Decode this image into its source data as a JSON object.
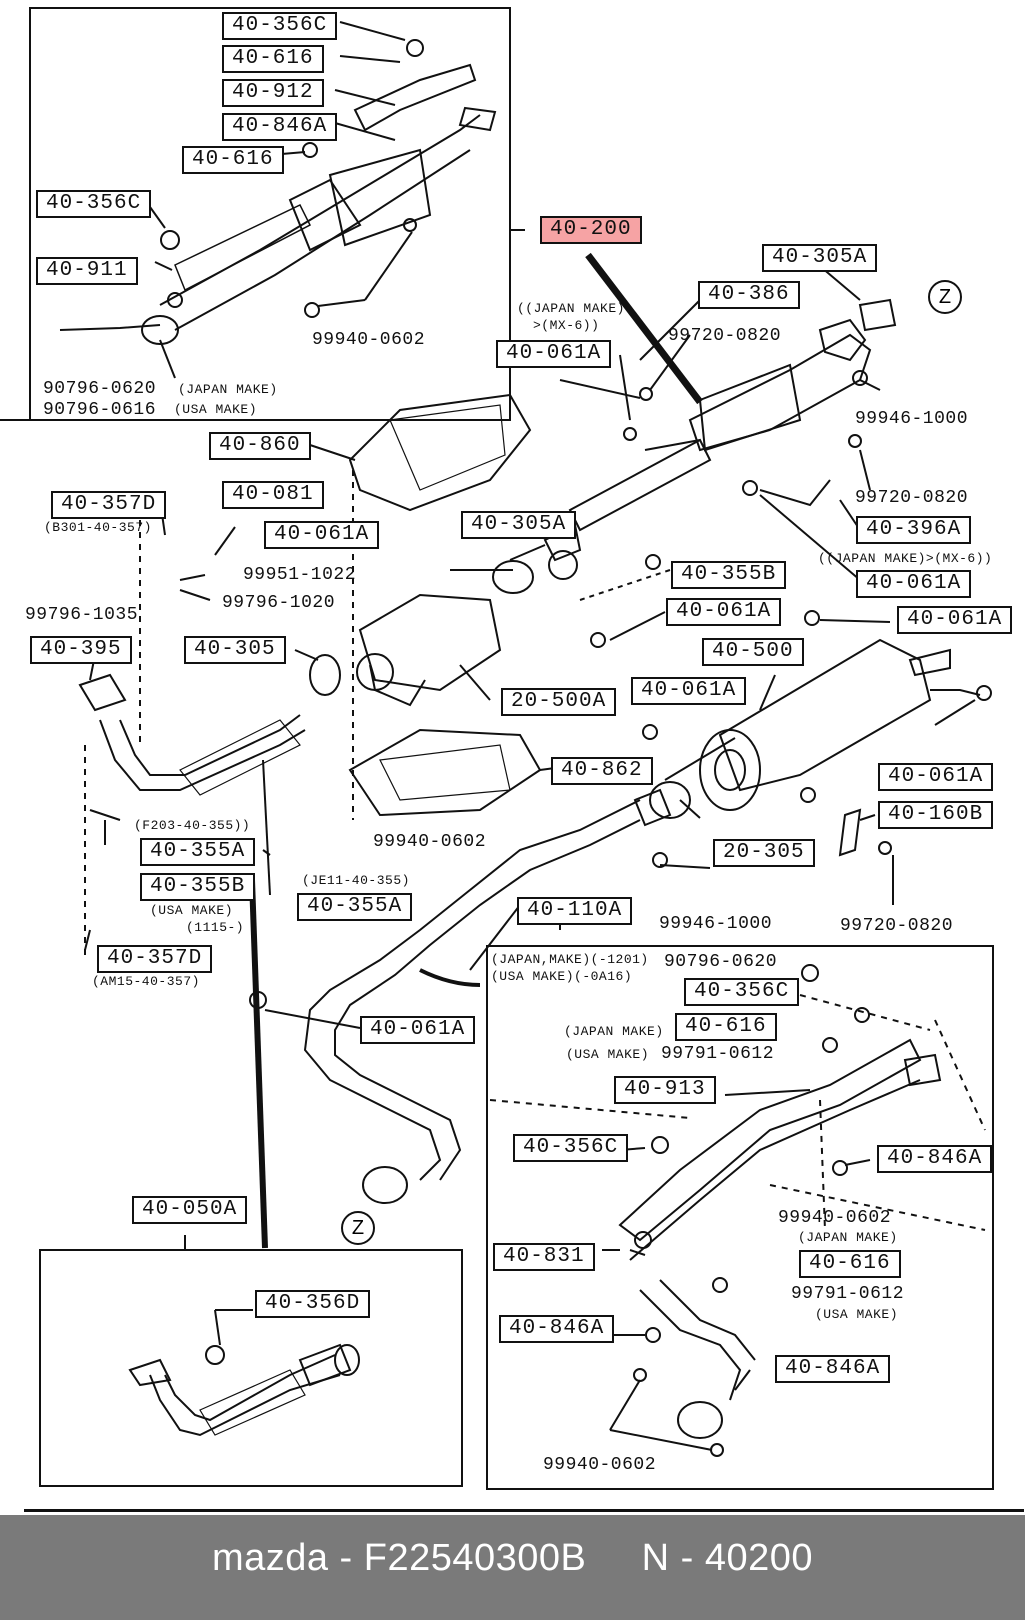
{
  "labels": {
    "l_356c_a": "40-356C",
    "l_616_a": "40-616",
    "l_912": "40-912",
    "l_846a_a": "40-846A",
    "l_616_b": "40-616",
    "l_356c_b": "40-356C",
    "l_911": "40-911",
    "l_200": "40-200",
    "l_305a_a": "40-305A",
    "l_386": "40-386",
    "l_061a_a": "40-061A",
    "l_860": "40-860",
    "l_357d_a": "40-357D",
    "l_081": "40-081",
    "l_061a_b": "40-061A",
    "l_305a_b": "40-305A",
    "l_396a": "40-396A",
    "l_355b_a": "40-355B",
    "l_061a_c": "40-061A",
    "l_061a_d": "40-061A",
    "l_061a_e": "40-061A",
    "l_395": "40-395",
    "l_305": "40-305",
    "l_500a": "20-500A",
    "l_500": "40-500",
    "l_061a_f": "40-061A",
    "l_862": "40-862",
    "l_061a_g": "40-061A",
    "l_160b": "40-160B",
    "l_305b": "20-305",
    "l_355a_a": "40-355A",
    "l_355b_b": "40-355B",
    "l_355a_b": "40-355A",
    "l_110a": "40-110A",
    "l_357d_b": "40-357D",
    "l_061a_h": "40-061A",
    "l_356c_c": "40-356C",
    "l_616_c": "40-616",
    "l_913": "40-913",
    "l_356c_d": "40-356C",
    "l_846a_b": "40-846A",
    "l_050a": "40-050A",
    "l_831": "40-831",
    "l_616_d": "40-616",
    "l_356d": "40-356D",
    "l_846a_c": "40-846A",
    "l_846a_d": "40-846A"
  },
  "texts": {
    "t_0602_a": "99940-0602",
    "t_0620_a": "90796-0620",
    "t_japan_a": "(JAPAN MAKE)",
    "t_0616": "90796-0616",
    "t_usa_a": "(USA MAKE)",
    "t_japan_b": "((JAPAN MAKE)",
    "t_mx6_a": ">(MX-6))",
    "t_0820_a": "99720-0820",
    "t_1000_a": "99946-1000",
    "t_0820_b": "99720-0820",
    "t_b301": "(B301-40-357)",
    "t_1022": "99951-1022",
    "t_1020": "99796-1020",
    "t_1035": "99796-1035",
    "t_japan_mx6": "((JAPAN MAKE)>(MX-6))",
    "t_f203": "(F203-40-355))",
    "t_0602_b": "99940-0602",
    "t_je11": "(JE11-40-355)",
    "t_usa_b": "(USA MAKE)",
    "t_1115": "(1115-)",
    "t_1000_b": "99946-1000",
    "t_0820_c": "99720-0820",
    "t_am15": "(AM15-40-357)",
    "t_japan_1201": "(JAPAN,MAKE)(-1201)",
    "t_usa_0a16": "(USA MAKE)(-0A16)",
    "t_0620_b": "90796-0620",
    "t_japan_c": "(JAPAN MAKE)",
    "t_usa_c": "(USA MAKE)",
    "t_0612_a": "99791-0612",
    "t_0602_c": "99940-0602",
    "t_japan_d": "(JAPAN MAKE)",
    "t_0612_b": "99791-0612",
    "t_usa_d": "(USA MAKE)",
    "t_0602_d": "99940-0602"
  },
  "z_marks": {
    "z1": "Z",
    "z2": "Z"
  },
  "caption": "mazda - F22540300B     N - 40200",
  "colors": {
    "highlight": "#f6a3a4",
    "caption_bar": "#7a7a7a",
    "caption_text": "#ffffff",
    "ink": "#111111"
  }
}
